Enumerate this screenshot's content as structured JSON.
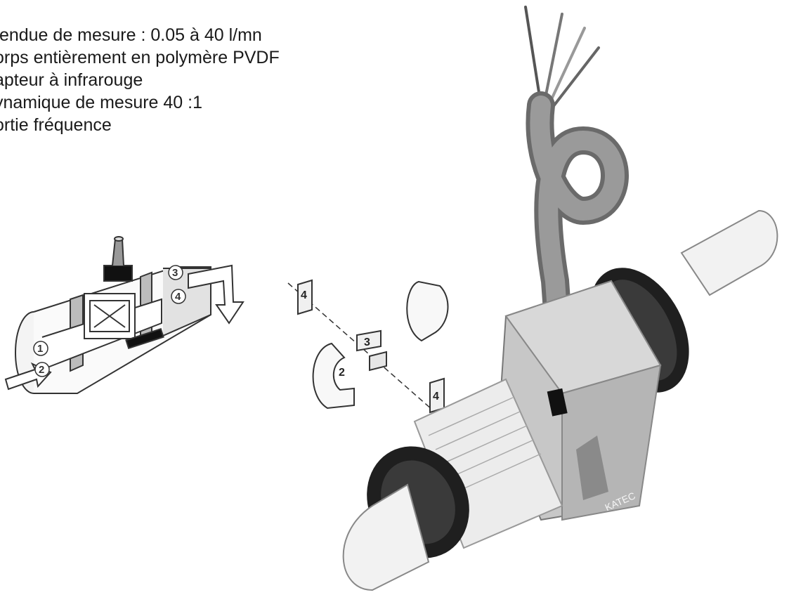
{
  "specs": [
    "tendue de mesure : 0.05 à 40 l/mn",
    "orps entièrement en polymère PVDF",
    "apteur à infrarouge",
    "ynamique de mesure 40 :1",
    "ortie fréquence"
  ],
  "cutaway_callouts": [
    "1",
    "2",
    "3",
    "4"
  ],
  "exploded_callouts": [
    "4",
    "3",
    "2",
    "4"
  ],
  "brand": "KATEC"
}
